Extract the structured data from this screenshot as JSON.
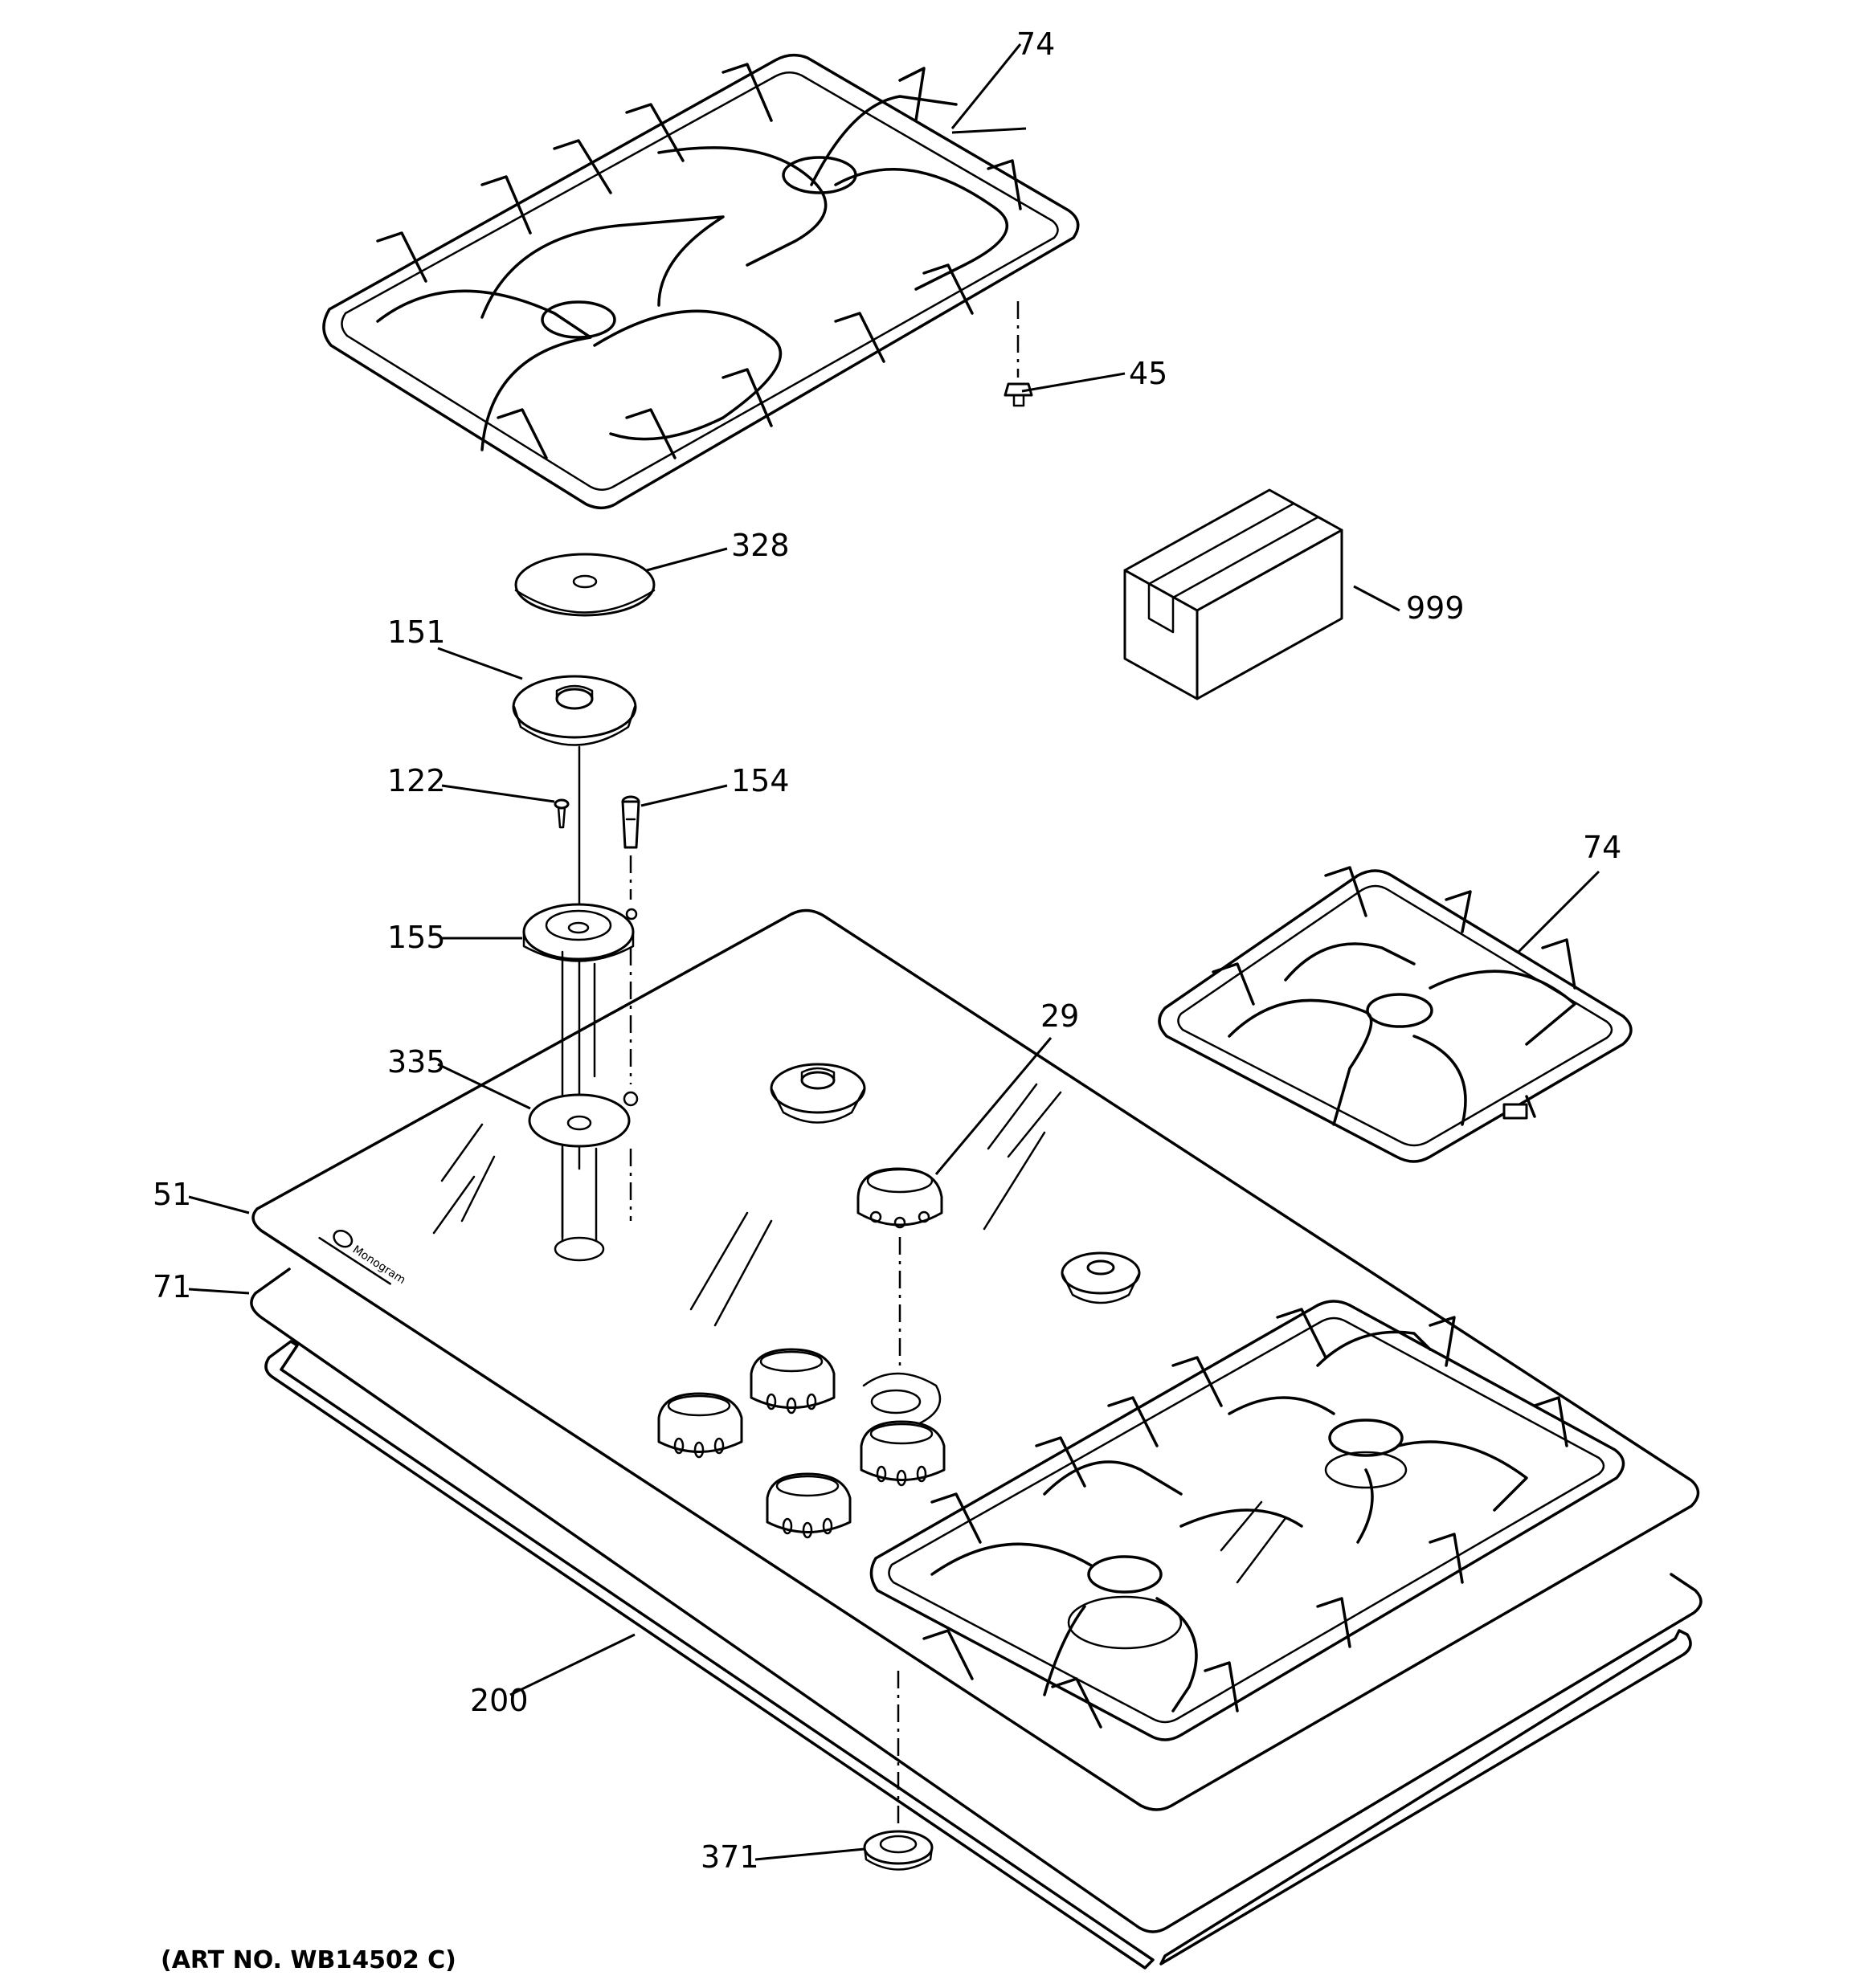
{
  "diagram": {
    "callouts": [
      {
        "id": "c74a",
        "text": "74"
      },
      {
        "id": "c45",
        "text": "45"
      },
      {
        "id": "c328",
        "text": "328"
      },
      {
        "id": "c999",
        "text": "999"
      },
      {
        "id": "c151",
        "text": "151"
      },
      {
        "id": "c122",
        "text": "122"
      },
      {
        "id": "c154",
        "text": "154"
      },
      {
        "id": "c74b",
        "text": "74"
      },
      {
        "id": "c155",
        "text": "155"
      },
      {
        "id": "c29",
        "text": "29"
      },
      {
        "id": "c335",
        "text": "335"
      },
      {
        "id": "c51",
        "text": "51"
      },
      {
        "id": "c71",
        "text": "71"
      },
      {
        "id": "c200",
        "text": "200"
      },
      {
        "id": "c371",
        "text": "371"
      }
    ],
    "brand_mark": "Monogram",
    "art_number": "(ART NO. WB14502 C)"
  }
}
